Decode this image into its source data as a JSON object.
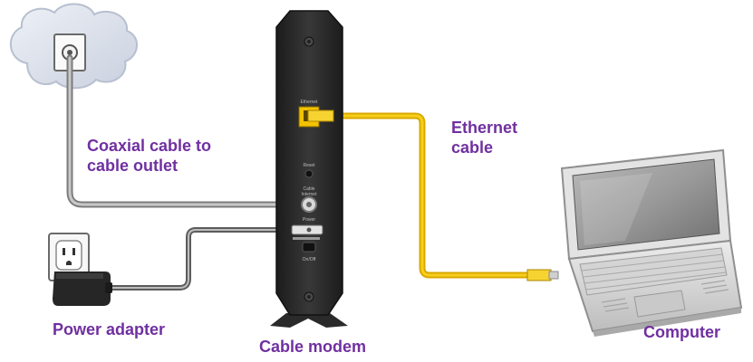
{
  "callouts": {
    "coax_line1": "Coaxial cable to",
    "coax_line2": "cable outlet",
    "ethernet_line1": "Ethernet",
    "ethernet_line2": "cable",
    "power_adapter": "Power adapter",
    "cable_modem": "Cable modem",
    "computer": "Computer"
  },
  "modem_port_labels": {
    "ethernet": "Ethernet",
    "reset": "Reset",
    "cable_line1": "Cable",
    "cable_line2": "Internet",
    "power": "Power",
    "on_off": "On/Off"
  },
  "colors": {
    "label_purple": "#7030a0",
    "ethernet_yellow": "#f5c400",
    "modem_body": "#2b2b2b",
    "cable_gray": "#9a9a9a"
  }
}
